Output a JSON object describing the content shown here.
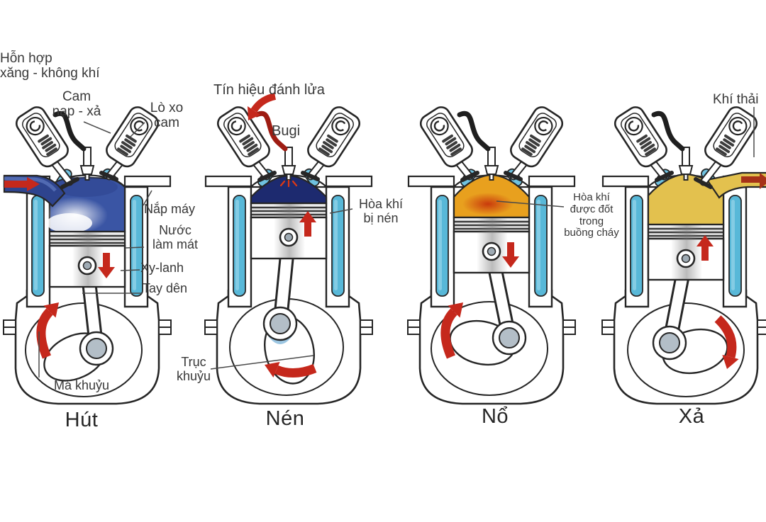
{
  "figure": {
    "background": "#ffffff",
    "labels": {
      "fuel_air": "Hỗn hợp\nxăng - không khí",
      "cam": "Cam\nnạp - xả",
      "cam_spring": "Lò xo\ncam",
      "ignition": "Tín hiệu đánh lửa",
      "spark_plug": "Bugi",
      "exhaust_gas": "Khí thải",
      "head": "Nắp máy",
      "coolant": "Nước\nlàm mát",
      "cylinder": "Xy-lanh",
      "rod": "Tay dên",
      "compressed": "Hòa khí\nbị nén",
      "burned": "Hòa khí\nđược đốt\ntrong\nbuồng cháy",
      "crankshaft": "Trục\nkhuỷu",
      "crank_web": "Má khuỷu"
    },
    "stroke_names": {
      "hut": "Hút",
      "nen": "Nén",
      "no": "Nổ",
      "xa": "Xả"
    },
    "colors": {
      "outline": "#262626",
      "intake_blue": "#3a55a4",
      "intake_pipe_blue": "#2e448e",
      "compressed_navy": "#1d2a6f",
      "burn_orange": "#e8a01e",
      "burn_core": "#c93a0c",
      "exhaust_yellow": "#e3c14e",
      "coolant_blue": "#58b8d8",
      "arrow_red": "#c5281c",
      "exhaust_arrow_red": "#a63218",
      "ignition_wire_red": "#9e1c12",
      "wire_black": "#1f1f1f",
      "label_text": "#383838"
    }
  }
}
